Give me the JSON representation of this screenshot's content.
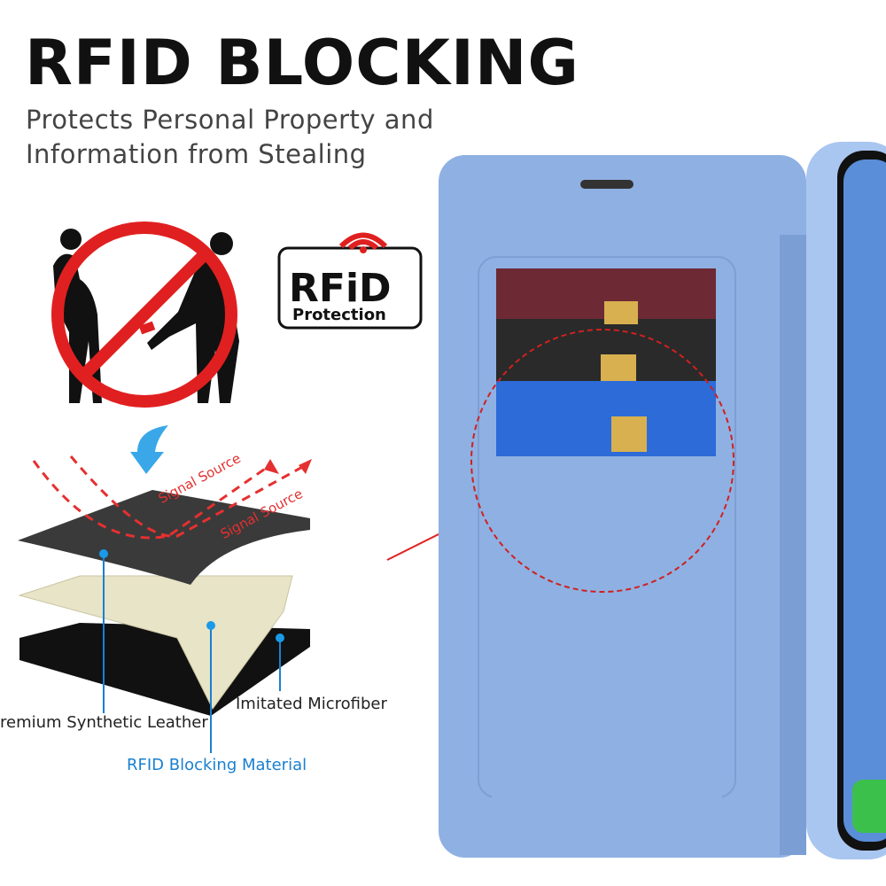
{
  "header": {
    "title": "RFID BLOCKING",
    "subtitle_line1": "Protects Personal Property and",
    "subtitle_line2": "Information from Stealing"
  },
  "badge": {
    "line1": "RFiD",
    "line2": "Protection"
  },
  "diagram": {
    "signal_label_1": "Signal Source",
    "signal_label_2": "Signal Source",
    "layer_top": "remium Synthetic Leather",
    "layer_middle": "RFID Blocking Material",
    "layer_bottom": "Imitated Microfiber"
  },
  "colors": {
    "case_blue": "#8fb0e2",
    "warning_red": "#e02020",
    "accent_blue": "#1a80d0"
  }
}
